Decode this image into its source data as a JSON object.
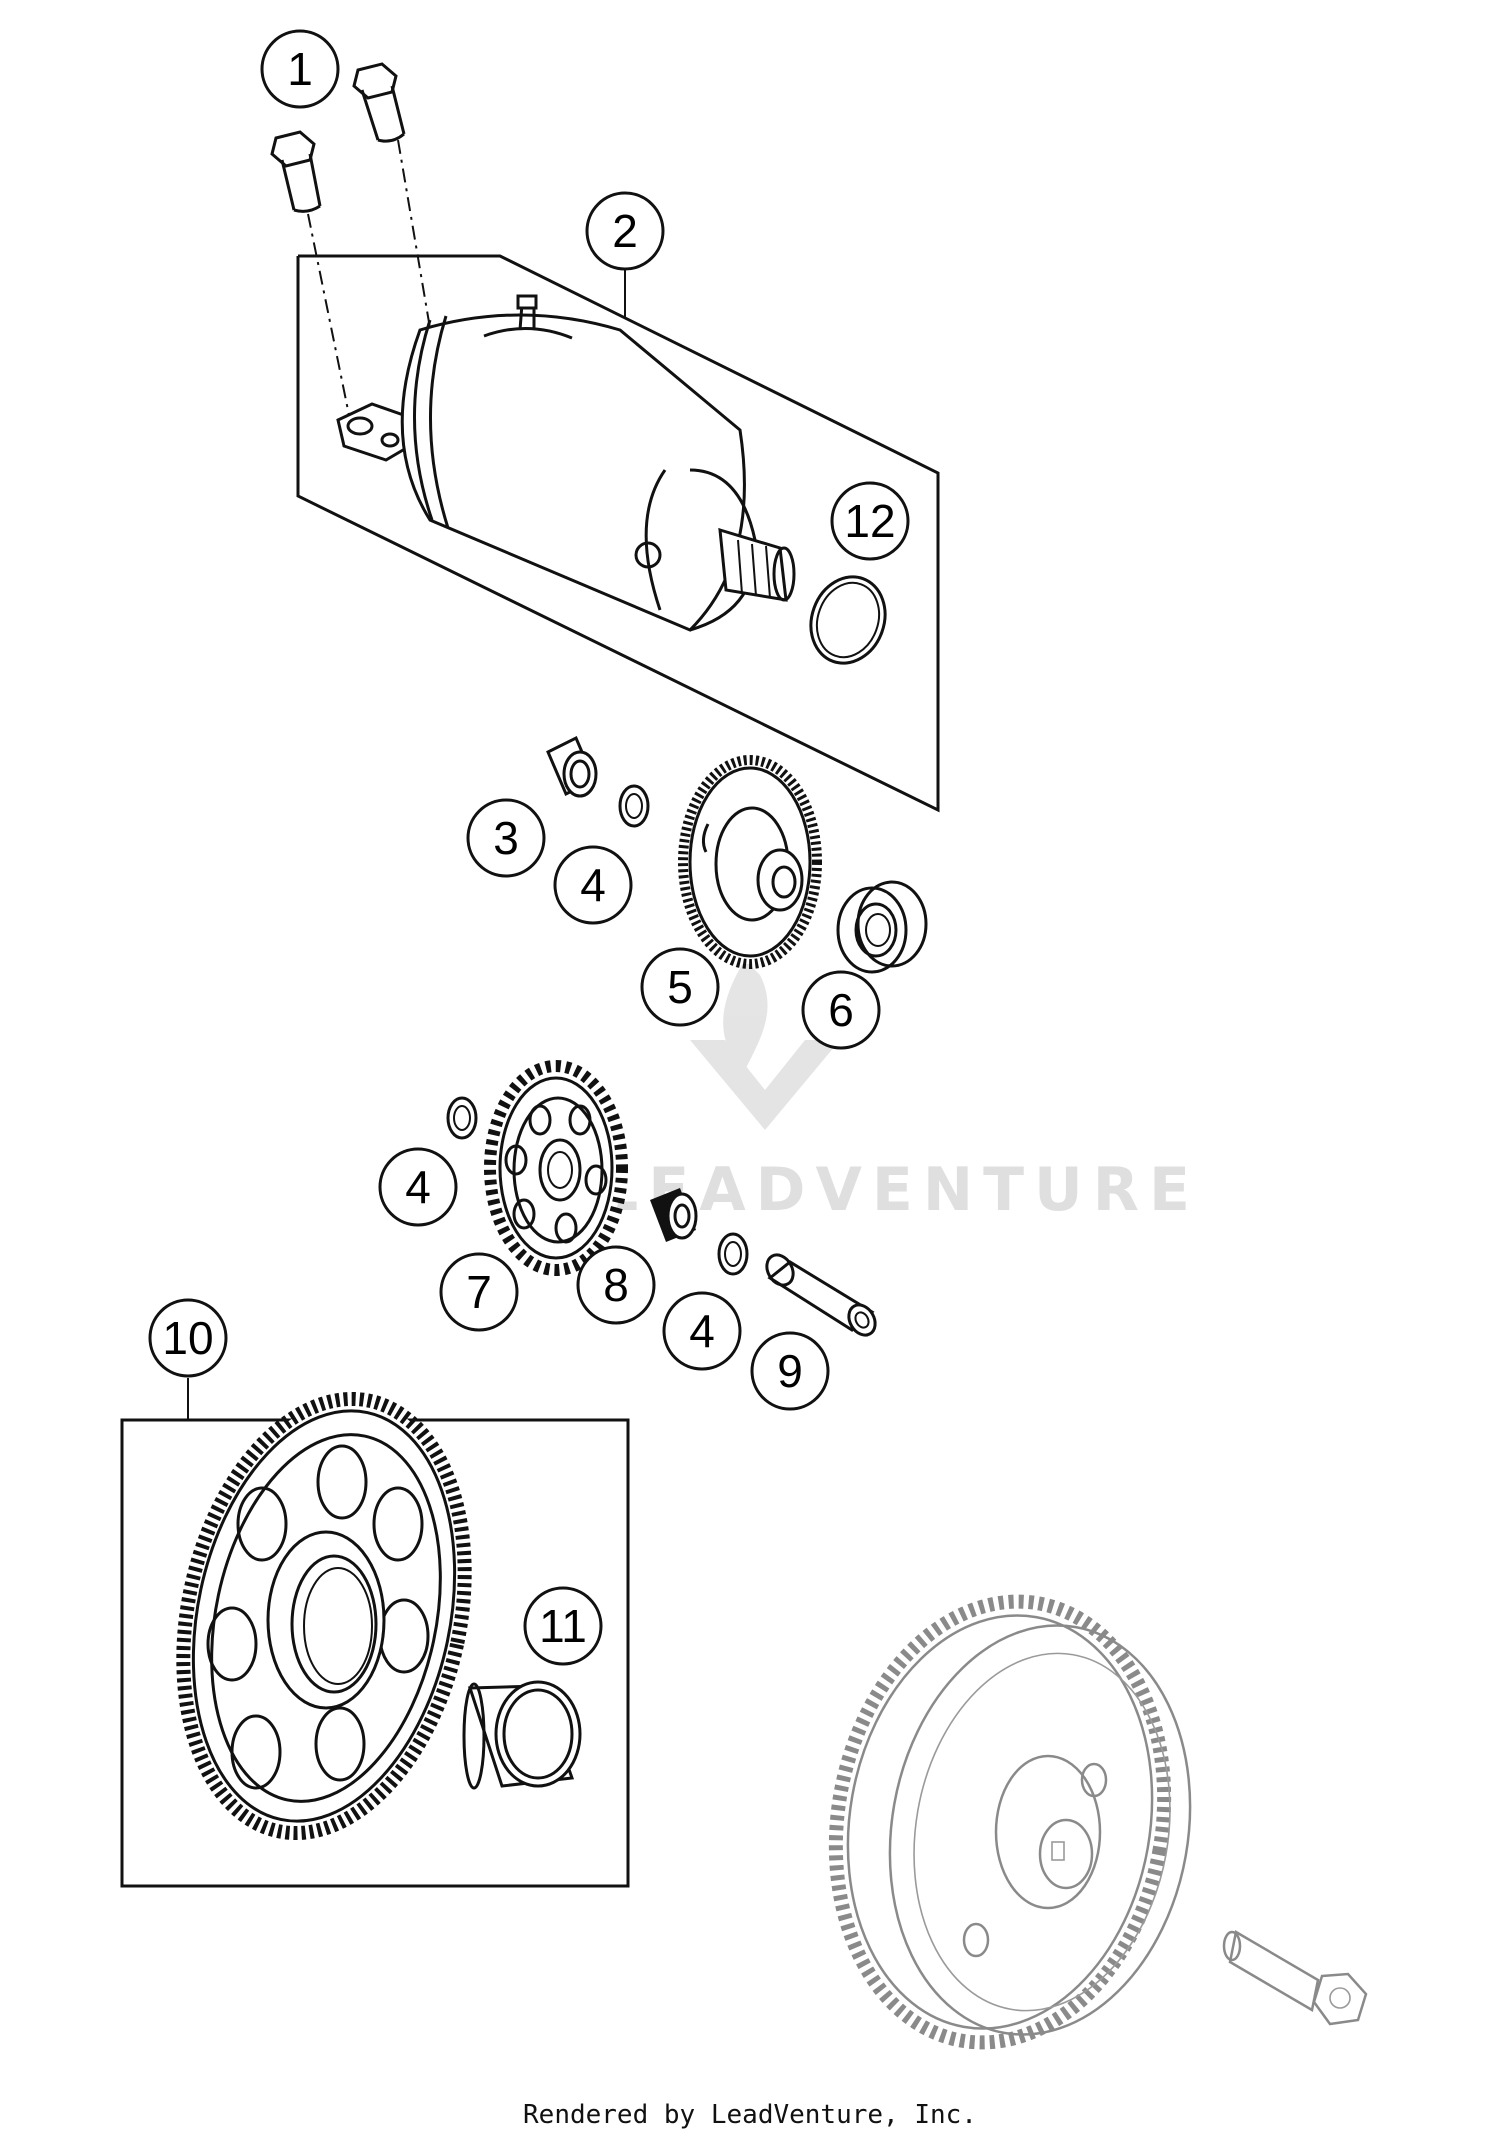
{
  "watermark": {
    "brand_text": "LEADVENTURE"
  },
  "credit": "Rendered by LeadVenture, Inc.",
  "callouts": [
    "1",
    "2",
    "3",
    "4",
    "5",
    "6",
    "7",
    "8",
    "9",
    "10",
    "11",
    "12"
  ],
  "callout_4_repeat": "4"
}
